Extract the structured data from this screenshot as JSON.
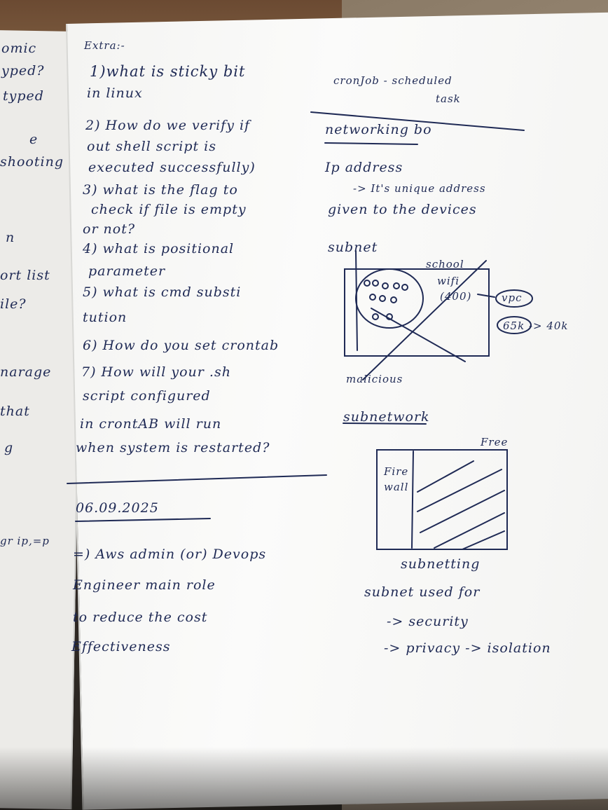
{
  "left_margin_fragments": [
    "omic",
    "yped?",
    "typed",
    "e",
    "shooting",
    "n",
    "ort list",
    "ile?",
    "narage",
    "that",
    "g",
    "gr ip,=p"
  ],
  "left_column": {
    "extra": "Extra:-",
    "q1a": "1)what is sticky bit",
    "q1b": "in linux",
    "q2a": "2) How do we verify if",
    "q2b": "out shell script is",
    "q2c": "executed successfully)",
    "q3a": "3) what is the flag to",
    "q3b": "check if file is empty",
    "q3c": "or not?",
    "q4a": "4) what is positional",
    "q4b": "parameter",
    "q5a": "5) what is cmd substi",
    "q5b": "tution",
    "q6": "6) How do you set crontab",
    "q7a": "7) How will your .sh",
    "q7b": "script configured",
    "q7c": "in crontAB will run",
    "q7d": "when system is restarted?",
    "date": "06.09.2025",
    "aws1": "=) Aws admin (or) Devops",
    "aws2": "Engineer main role",
    "aws3": "to reduce the cost",
    "aws4": "Effectiveness"
  },
  "right_column": {
    "cron1": "cronJob - scheduled",
    "cron2": "task",
    "net_heading": "networking bo",
    "ip": "Ip address",
    "ip_def1": "-> It's unique address",
    "ip_def2": "given to the devices",
    "subnet": "subnet",
    "school": "school",
    "wifi": "wifi",
    "wifi_sub": "(400)",
    "vpc": "vpc",
    "range": "65k -> 40k",
    "malicious": "malicious",
    "subnetwork": "subnetwork",
    "free": "Free",
    "firewall1": "Fire",
    "firewall2": "wall",
    "subnetting": "subnetting",
    "used_for": "subnet used for",
    "security": "-> security",
    "privacy": "-> privacy -> isolation"
  }
}
